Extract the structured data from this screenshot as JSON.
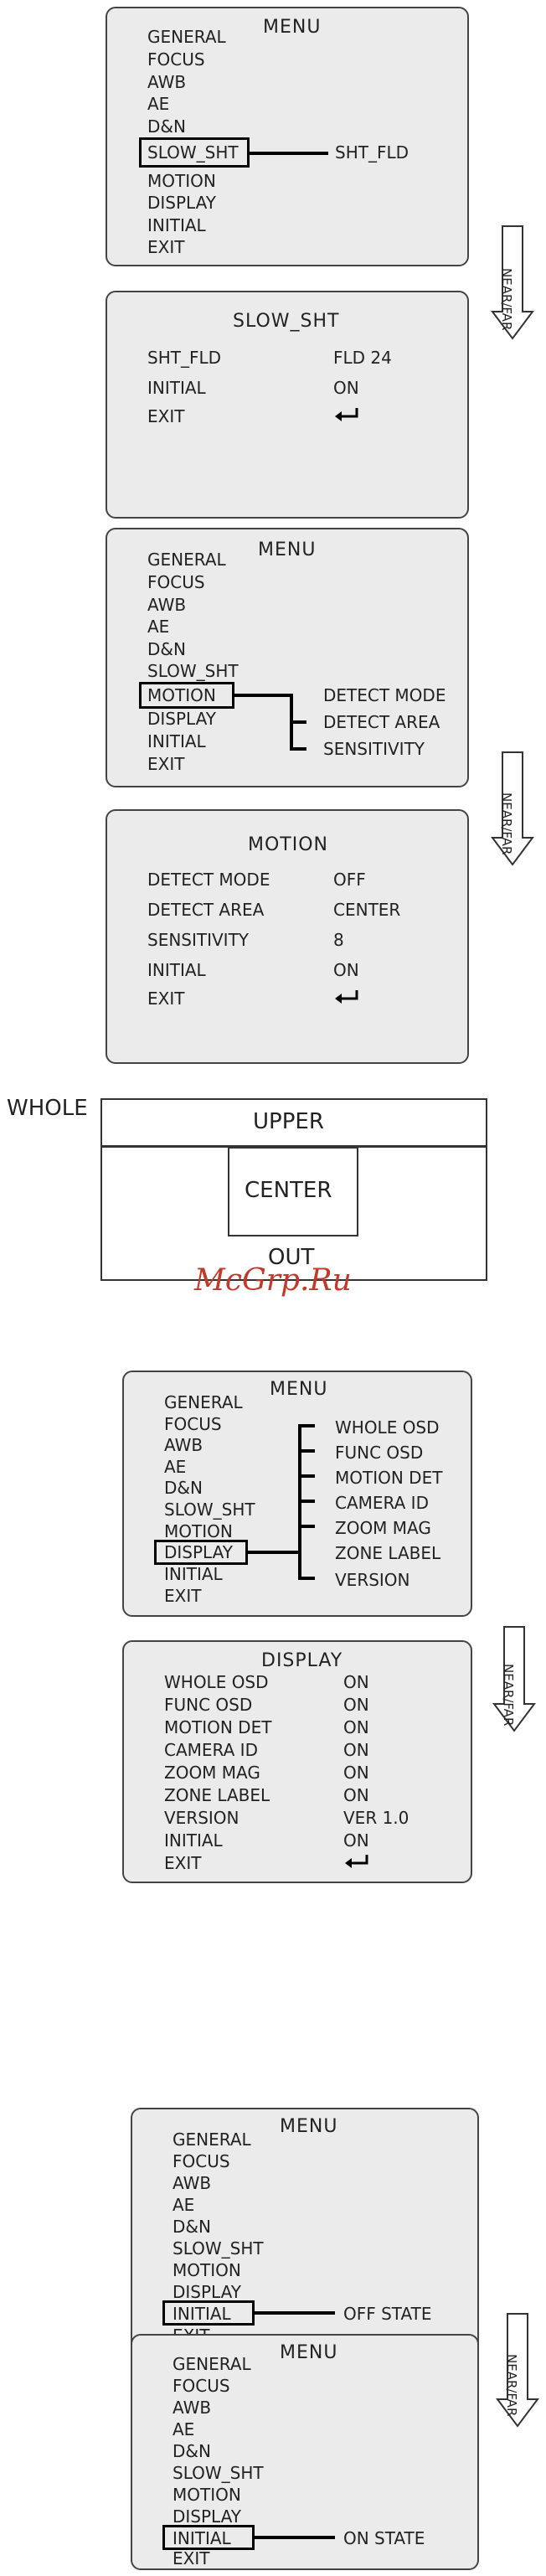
{
  "panel1": {
    "title": "MENU",
    "items": [
      "GENERAL",
      "FOCUS",
      "AWB",
      "AE",
      "D&N",
      "SLOW_SHT",
      "MOTION",
      "DISPLAY",
      "INITIAL",
      "EXIT"
    ],
    "branch": "SHT_FLD"
  },
  "panel2": {
    "title": "SLOW_SHT",
    "rows": [
      {
        "label": "SHT_FLD",
        "value": "FLD 24"
      },
      {
        "label": "INITIAL",
        "value": "ON"
      },
      {
        "label": "EXIT",
        "value": ""
      }
    ]
  },
  "panel3": {
    "title": "MENU",
    "items": [
      "GENERAL",
      "FOCUS",
      "AWB",
      "AE",
      "D&N",
      "SLOW_SHT",
      "MOTION",
      "DISPLAY",
      "INITIAL",
      "EXIT"
    ],
    "branches": [
      "DETECT MODE",
      "DETECT AREA",
      "SENSITIVITY"
    ]
  },
  "panel4": {
    "title": "MOTION",
    "rows": [
      {
        "label": "DETECT MODE",
        "value": "OFF"
      },
      {
        "label": "DETECT AREA",
        "value": "CENTER"
      },
      {
        "label": "SENSITIVITY",
        "value": "8"
      },
      {
        "label": "INITIAL",
        "value": "ON"
      },
      {
        "label": "EXIT",
        "value": ""
      }
    ]
  },
  "area": {
    "whole": "WHOLE",
    "upper": "UPPER",
    "center": "CENTER",
    "out": "OUT"
  },
  "watermark": "McGrp.Ru",
  "panel5": {
    "title": "MENU",
    "items": [
      "GENERAL",
      "FOCUS",
      "AWB",
      "AE",
      "D&N",
      "SLOW_SHT",
      "MOTION",
      "DISPLAY",
      "INITIAL",
      "EXIT"
    ],
    "branches": [
      "WHOLE OSD",
      "FUNC OSD",
      "MOTION DET",
      "CAMERA ID",
      "ZOOM MAG",
      "ZONE LABEL",
      "VERSION"
    ]
  },
  "panel6": {
    "title": "DISPLAY",
    "rows": [
      {
        "label": "WHOLE OSD",
        "value": "ON"
      },
      {
        "label": "FUNC OSD",
        "value": "ON"
      },
      {
        "label": "MOTION DET",
        "value": "ON"
      },
      {
        "label": "CAMERA ID",
        "value": "ON"
      },
      {
        "label": "ZOOM MAG",
        "value": "ON"
      },
      {
        "label": "ZONE LABEL",
        "value": "ON"
      },
      {
        "label": "VERSION",
        "value": "VER 1.0"
      },
      {
        "label": "INITIAL",
        "value": "ON"
      },
      {
        "label": "EXIT",
        "value": ""
      }
    ]
  },
  "panel7": {
    "title": "MENU",
    "items": [
      "GENERAL",
      "FOCUS",
      "AWB",
      "AE",
      "D&N",
      "SLOW_SHT",
      "MOTION",
      "DISPLAY",
      "INITIAL",
      "EXIT"
    ],
    "branch": "OFF STATE"
  },
  "panel8": {
    "title": "MENU",
    "items": [
      "GENERAL",
      "FOCUS",
      "AWB",
      "AE",
      "D&N",
      "SLOW_SHT",
      "MOTION",
      "DISPLAY",
      "INITIAL",
      "EXIT"
    ],
    "branch": "ON STATE"
  },
  "arrow_label": "NEAR/FAR",
  "icons": {
    "enter": "enter-icon",
    "arrow": "down-arrow-icon"
  }
}
